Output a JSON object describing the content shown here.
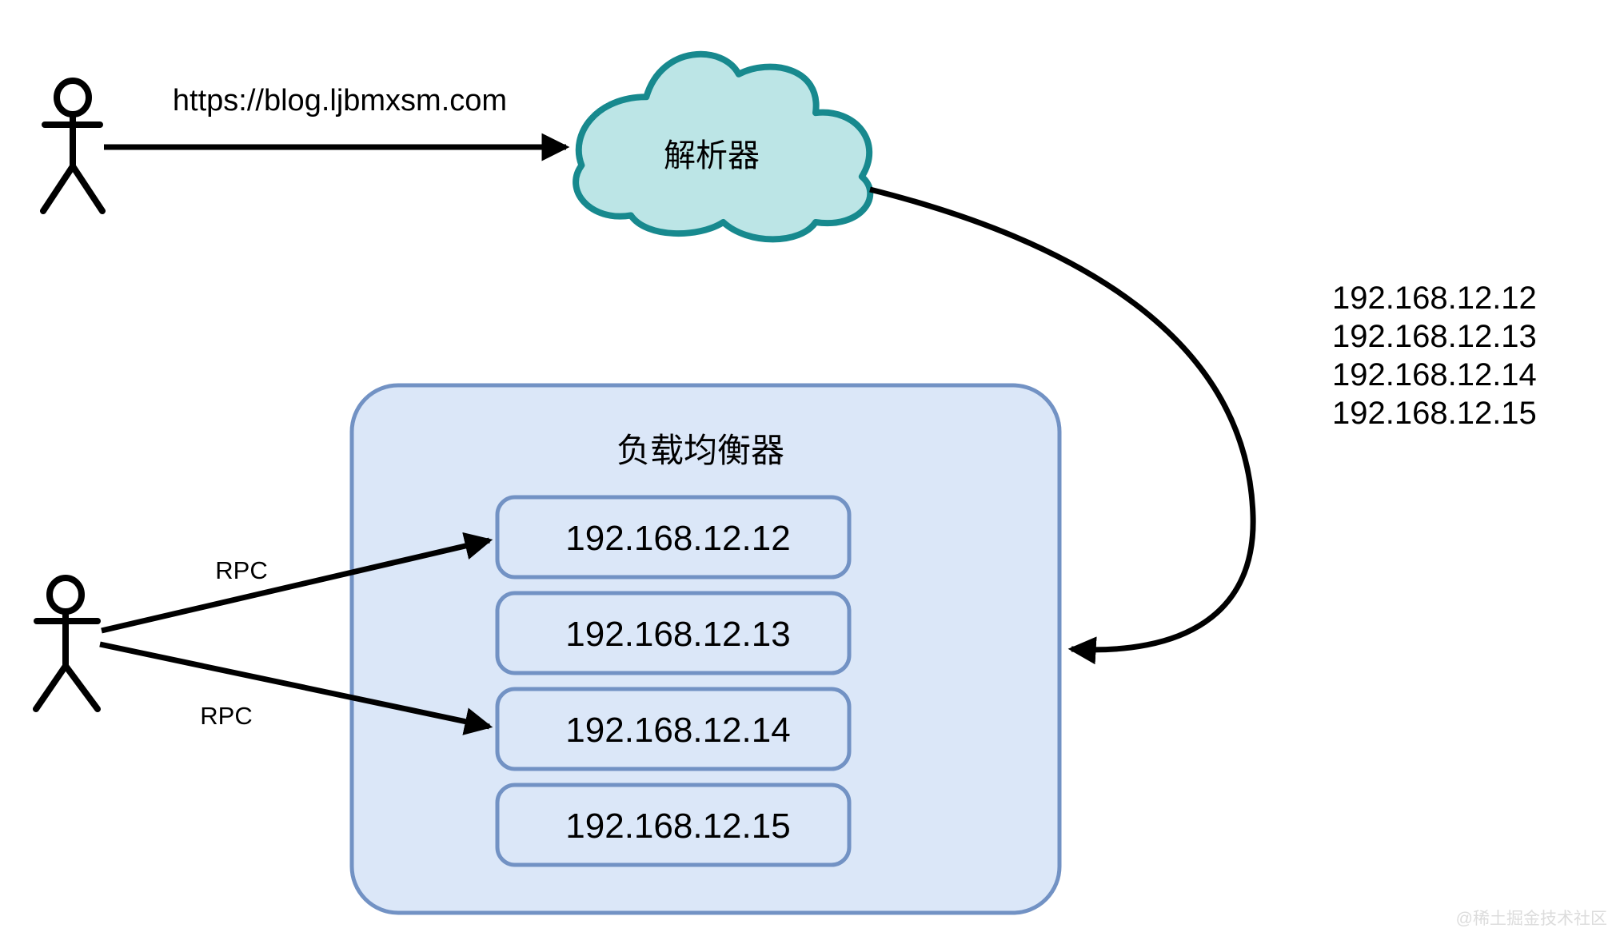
{
  "request": {
    "url": "https://blog.ljbmxsm.com"
  },
  "resolver": {
    "label": "解析器",
    "response_ips": [
      "192.168.12.12",
      "192.168.12.13",
      "192.168.12.14",
      "192.168.12.15"
    ]
  },
  "load_balancer": {
    "title": "负载均衡器",
    "servers": [
      "192.168.12.12",
      "192.168.12.13",
      "192.168.12.14",
      "192.168.12.15"
    ]
  },
  "rpc": {
    "top_label": "RPC",
    "bottom_label": "RPC"
  },
  "watermark": "@稀土掘金技术社区",
  "colors": {
    "cloud_fill": "#bce5e6",
    "cloud_stroke": "#17898e",
    "box_fill": "#dbe7f8",
    "box_stroke": "#7292c4",
    "line": "#000000",
    "watermark_color": "#dcdcdc"
  }
}
